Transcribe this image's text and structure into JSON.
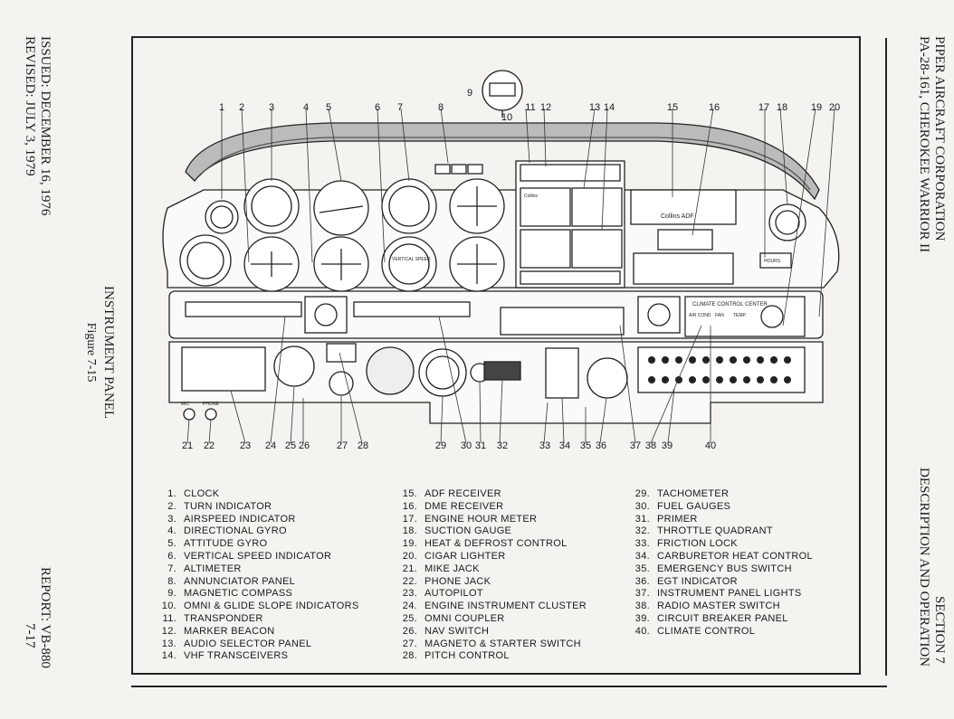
{
  "side_left": {
    "issued": "ISSUED: DECEMBER 16, 1976",
    "revised": "REVISED: JULY 3, 1979",
    "caption_title": "INSTRUMENT PANEL",
    "caption_figure": "Figure 7-15",
    "report": "REPORT: VB-880",
    "page": "7-17"
  },
  "side_right": {
    "corp": "PIPER AIRCRAFT CORPORATION",
    "model": "PA-28-161, CHEROKEE WARRIOR II",
    "section": "SECTION 7",
    "section_title": "DESCRIPTION AND OPERATION"
  },
  "callouts_top": [
    "1",
    "2",
    "3",
    "4",
    "5",
    "6",
    "7",
    "8",
    "11",
    "12",
    "13",
    "14",
    "15",
    "16",
    "17",
    "18",
    "19",
    "20"
  ],
  "callout_9": "9",
  "callout_10": "10",
  "callouts_bottom": [
    "21",
    "22",
    "23",
    "24",
    "25",
    "26",
    "27",
    "28",
    "29",
    "30",
    "31",
    "32",
    "33",
    "34",
    "35",
    "36",
    "37",
    "38",
    "39",
    "40"
  ],
  "legend": {
    "col1": [
      {
        "n": "1.",
        "t": "CLOCK"
      },
      {
        "n": "2.",
        "t": "TURN INDICATOR"
      },
      {
        "n": "3.",
        "t": "AIRSPEED INDICATOR"
      },
      {
        "n": "4.",
        "t": "DIRECTIONAL GYRO"
      },
      {
        "n": "5.",
        "t": "ATTITUDE GYRO"
      },
      {
        "n": "6.",
        "t": "VERTICAL SPEED INDICATOR"
      },
      {
        "n": "7.",
        "t": "ALTIMETER"
      },
      {
        "n": "8.",
        "t": "ANNUNCIATOR PANEL"
      },
      {
        "n": "9.",
        "t": "MAGNETIC COMPASS"
      },
      {
        "n": "10.",
        "t": "OMNI & GLIDE SLOPE INDICATORS"
      },
      {
        "n": "11.",
        "t": "TRANSPONDER"
      },
      {
        "n": "12.",
        "t": "MARKER BEACON"
      },
      {
        "n": "13.",
        "t": "AUDIO SELECTOR PANEL"
      },
      {
        "n": "14.",
        "t": "VHF TRANSCEIVERS"
      }
    ],
    "col2": [
      {
        "n": "15.",
        "t": "ADF RECEIVER"
      },
      {
        "n": "16.",
        "t": "DME RECEIVER"
      },
      {
        "n": "17.",
        "t": "ENGINE HOUR METER"
      },
      {
        "n": "18.",
        "t": "SUCTION GAUGE"
      },
      {
        "n": "19.",
        "t": "HEAT & DEFROST CONTROL"
      },
      {
        "n": "20.",
        "t": "CIGAR LIGHTER"
      },
      {
        "n": "21.",
        "t": "MIKE JACK"
      },
      {
        "n": "22.",
        "t": "PHONE JACK"
      },
      {
        "n": "23.",
        "t": "AUTOPILOT"
      },
      {
        "n": "24.",
        "t": "ENGINE INSTRUMENT CLUSTER"
      },
      {
        "n": "25.",
        "t": "OMNI COUPLER"
      },
      {
        "n": "26.",
        "t": "NAV SWITCH"
      },
      {
        "n": "27.",
        "t": "MAGNETO & STARTER SWITCH"
      },
      {
        "n": "28.",
        "t": "PITCH CONTROL"
      }
    ],
    "col3": [
      {
        "n": "29.",
        "t": "TACHOMETER"
      },
      {
        "n": "30.",
        "t": "FUEL GAUGES"
      },
      {
        "n": "31.",
        "t": "PRIMER"
      },
      {
        "n": "32.",
        "t": "THROTTLE QUADRANT"
      },
      {
        "n": "33.",
        "t": "FRICTION LOCK"
      },
      {
        "n": "34.",
        "t": "CARBURETOR HEAT CONTROL"
      },
      {
        "n": "35.",
        "t": "EMERGENCY BUS SWITCH"
      },
      {
        "n": "36.",
        "t": "EGT INDICATOR"
      },
      {
        "n": "37.",
        "t": "INSTRUMENT PANEL LIGHTS"
      },
      {
        "n": "38.",
        "t": "RADIO MASTER SWITCH"
      },
      {
        "n": "39.",
        "t": "CIRCUIT BREAKER PANEL"
      },
      {
        "n": "40.",
        "t": "CLIMATE CONTROL"
      }
    ]
  },
  "panel_text": {
    "adf": "Collins ADF",
    "climate": "CLIMATE CONTROL CENTER",
    "air_cond": "AIR COND",
    "fan": "FAN",
    "temp": "TEMP",
    "transceiver": "Collins",
    "vsi": "VERTICAL SPEED",
    "hourmeter": "HOURS",
    "mic": "MIC",
    "phone": "PHONE"
  }
}
